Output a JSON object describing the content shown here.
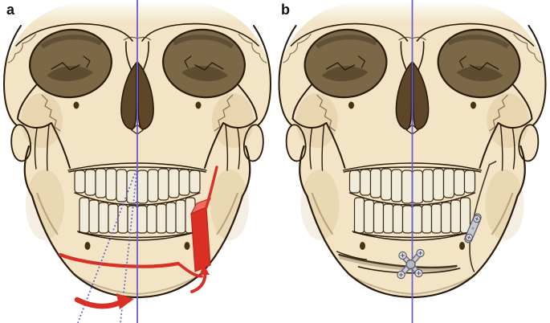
{
  "figure": {
    "kind": "two-panel skull illustration, frontal view, mandibular osteotomy",
    "panels": {
      "a": {
        "label": "a",
        "annotations": {
          "midline": "vertical-midline-reference-line",
          "dotted_lines": "deviated-chin-midline-dotted-lines",
          "chin_osteotomy": "red-genioplasty-cut-line",
          "body_ostectomy": "red-vertical-ostectomy-segment",
          "rotation_arrow": "red-curved-rotation-arrow",
          "segment_arrow": "red-small-curved-arrow"
        }
      },
      "b": {
        "label": "b",
        "annotations": {
          "midline": "vertical-midline-reference-line",
          "chin_plate": "x-shaped-fixation-plate-4-screws",
          "body_plate": "straight-fixation-plate-2-screws",
          "osteotomy_seams": "healed-cut-lines"
        }
      }
    },
    "colors": {
      "background": "#ffffff",
      "bone": "#f2e4c4",
      "bone_shadow": "#d8b98c",
      "outline": "#2a1b0c",
      "orbit": "#7c6746",
      "nasal_cavity": "#5d4728",
      "teeth": "#f1ecd9",
      "annotation_red": "#d92f24",
      "annotation_blue": "#6b5fc9",
      "plate_metal": "#c6c8d2",
      "label_text": "#111111"
    }
  }
}
